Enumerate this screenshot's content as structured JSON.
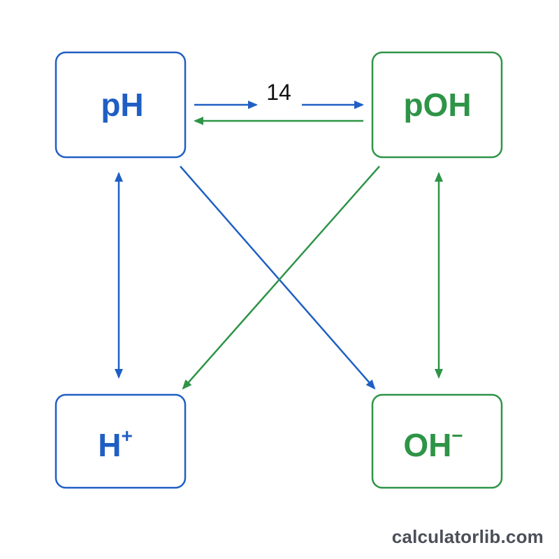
{
  "colors": {
    "blue": "#1f5fc4",
    "green": "#2e9447",
    "text": "#111111",
    "watermark": "#4a4f58"
  },
  "nodes": {
    "ph": {
      "label": "pH",
      "color": "blue"
    },
    "poh": {
      "label": "pOH",
      "color": "green"
    },
    "h_plus": {
      "label": "H",
      "superscript": "+",
      "color": "blue"
    },
    "oh_minus": {
      "label": "OH",
      "superscript": "−",
      "color": "green"
    }
  },
  "edges": {
    "ph_to_poh_label": "14"
  },
  "footer": {
    "watermark": "calculatorlib.com"
  }
}
